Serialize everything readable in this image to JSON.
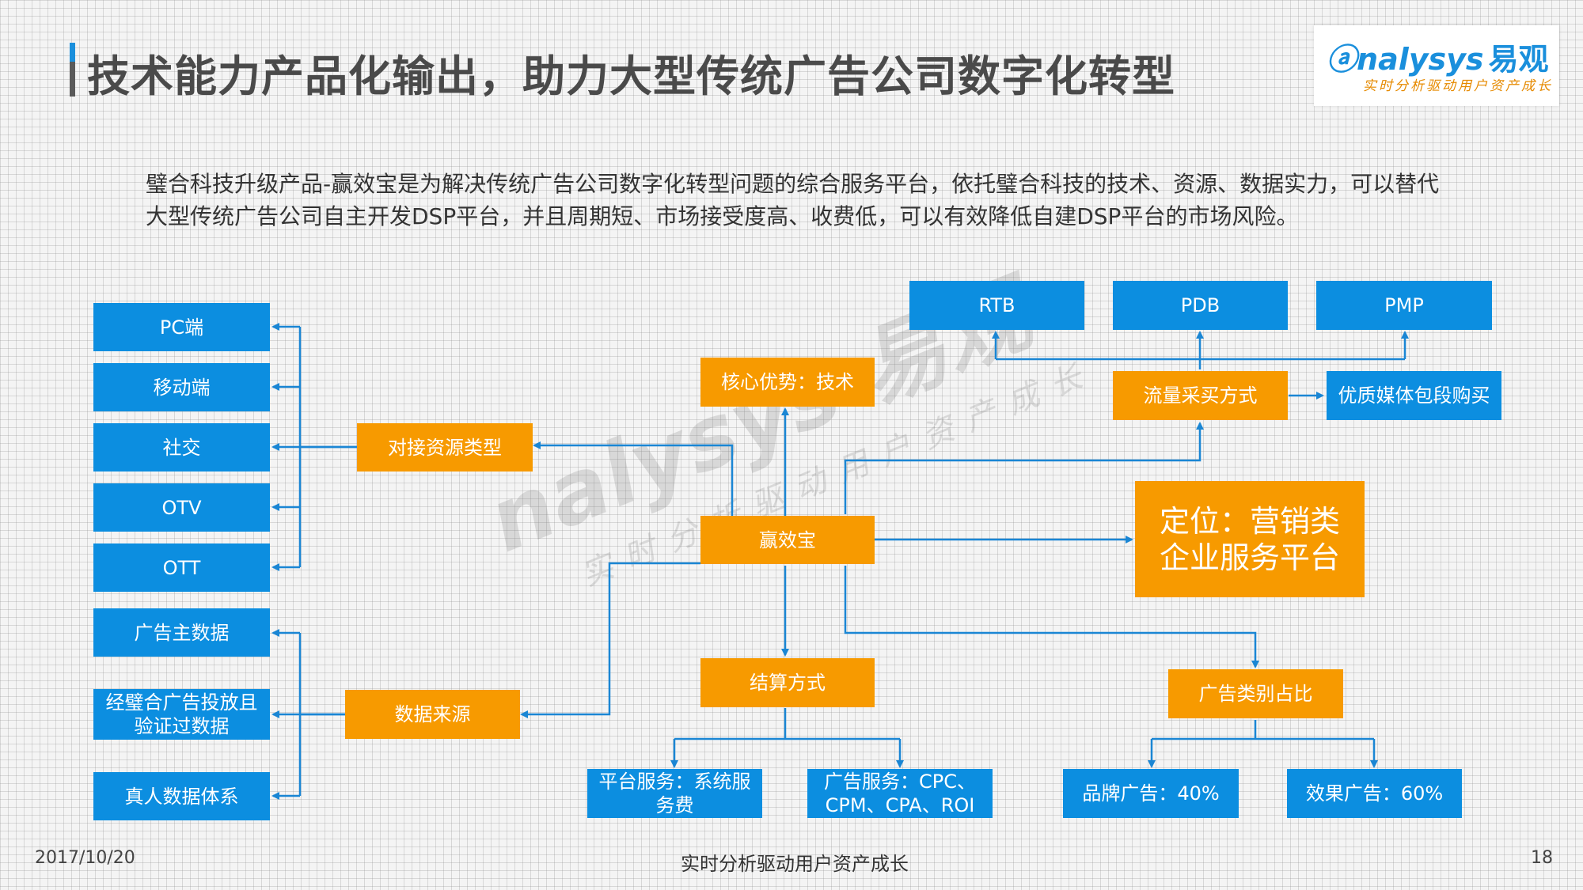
{
  "header": {
    "title": "技术能力产品化输出，助力大型传统广告公司数字化转型"
  },
  "logo": {
    "brand": "nalysys",
    "brand_cn": "易观",
    "slogan": "实时分析驱动用户资产成长"
  },
  "intro": "璧合科技升级产品-赢效宝是为解决传统广告公司数字化转型问题的综合服务平台，依托璧合科技的技术、资源、数据实力，可以替代大型传统广告公司自主开发DSP平台，并且周期短、市场接受度高、收费低，可以有效降低自建DSP平台的市场风险。",
  "watermark": {
    "main": "nalysys 易观",
    "sub": "实时分析驱动用户资产成长"
  },
  "diagram": {
    "center": "赢效宝",
    "core": "核心优势：技术",
    "positioning": "定位：营销类企业服务平台",
    "resource_type": "对接资源类型",
    "resources": [
      "PC端",
      "移动端",
      "社交",
      "OTV",
      "OTT"
    ],
    "data_source": "数据来源",
    "data_items": [
      "广告主数据",
      "经璧合广告投放且验证过数据",
      "真人数据体系"
    ],
    "settlement": "结算方式",
    "settlement_items": [
      "平台服务：系统服务费",
      "广告服务：CPC、CPM、CPA、ROI"
    ],
    "traffic": "流量采买方式",
    "traffic_items": [
      "RTB",
      "PDB",
      "PMP"
    ],
    "premium": "优质媒体包段购买",
    "ad_ratio": "广告类别占比",
    "ad_ratio_items": [
      "品牌广告：40%",
      "效果广告：60%"
    ]
  },
  "colors": {
    "blue": "#0c8ee0",
    "orange": "#f79a00",
    "line": "#1a86d4"
  },
  "footer": {
    "date": "2017/10/20",
    "slogan": "实时分析驱动用户资产成长",
    "page": "18"
  }
}
